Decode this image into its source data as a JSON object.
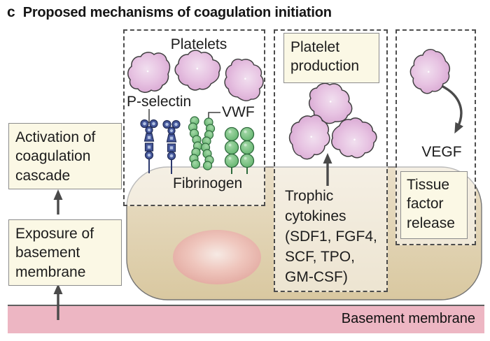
{
  "title": {
    "index_letter": "c",
    "text": "Proposed mechanisms of coagulation initiation"
  },
  "flow_boxes": {
    "activation": "Activation of coagulation cascade",
    "exposure": "Exposure of basement membrane"
  },
  "adhesion_panel": {
    "platelets_label": "Platelets",
    "p_selectin_label": "P-selectin",
    "vwf_label": "VWF",
    "fibrinogen_label": "Fibrinogen"
  },
  "production_panel": {
    "box_label": "Platelet production",
    "cytokines_text": "Trophic\ncytokines\n(SDF1, FGF4,\nSCF, TPO,\nGM-CSF)"
  },
  "release_panel": {
    "vegf_label": "VEGF",
    "tissue_factor_label": "Tissue factor release"
  },
  "basement_membrane": {
    "label": "Basement membrane"
  },
  "icons": {
    "platelet": "platelet-blob",
    "p_selectin": "blue-beaded-receptor",
    "vwf": "green-bead-chain",
    "fibrinogen": "large-green-bead-chain",
    "arrow": "up-arrow",
    "vegf_arrow": "curved-down-arrow"
  },
  "colors": {
    "cream_box": "#FBF8E5",
    "basement_pink": "#EDB6C3",
    "cell_tan": "#E0D2B2",
    "nucleus_pink": "#E2A89F",
    "platelet_purple": "#DCA9D6",
    "vwf_green": "#6FBE79",
    "p_selectin_blue": "#46589B",
    "arrow_gray": "#4A4A4A",
    "dash_border": "#4D4D4D"
  }
}
